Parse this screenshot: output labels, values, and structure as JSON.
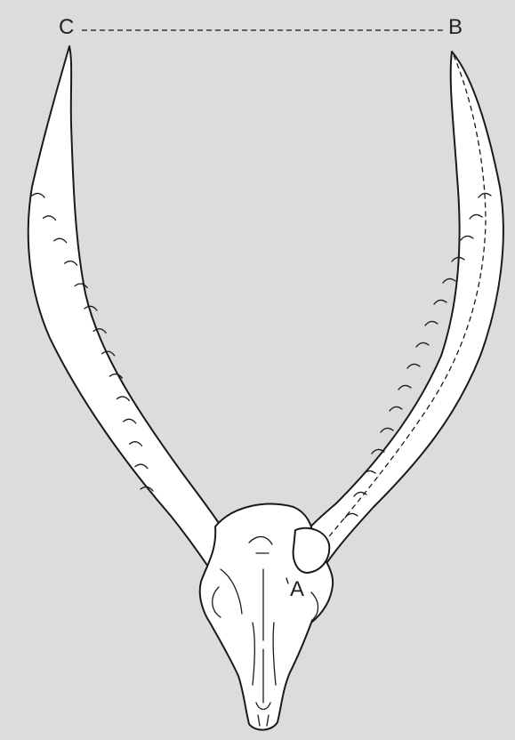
{
  "labels": {
    "a": "A",
    "b": "B",
    "c": "C"
  },
  "colors": {
    "background": "#dcdcdc",
    "ink": "#1a1a1a",
    "fill": "#ffffff"
  }
}
